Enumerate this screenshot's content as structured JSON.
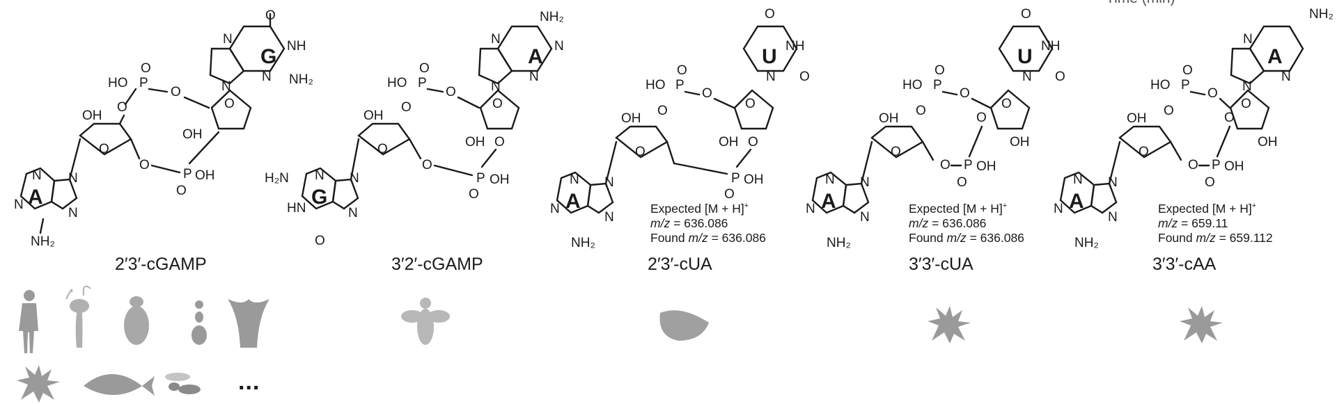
{
  "top_axis_label_cut": "Time (min)",
  "compounds": [
    {
      "name": "2′3′-cGAMP",
      "bases": [
        "G",
        "A"
      ]
    },
    {
      "name": "3′2′-cGAMP",
      "bases": [
        "A",
        "G"
      ]
    },
    {
      "name": "2′3′-cUA",
      "bases": [
        "U",
        "A"
      ],
      "expected_label": "Expected [M + H]",
      "superscript": "+",
      "expected_mz": "636.086",
      "found_mz": "636.086"
    },
    {
      "name": "3′3′-cUA",
      "bases": [
        "U",
        "A"
      ],
      "expected_label": "Expected [M + H]",
      "superscript": "+",
      "expected_mz": "636.086",
      "found_mz": "636.086"
    },
    {
      "name": "3′3′-cAA",
      "bases": [
        "A",
        "A"
      ],
      "expected_label": "Expected [M + H]",
      "superscript": "+",
      "expected_mz": "659.11",
      "found_mz": "659.112"
    }
  ],
  "atom_labels": {
    "hydroxyl": "OH",
    "ho": "HO",
    "oxygen": "O",
    "phosphorus": "P",
    "amine": "NH",
    "amine2": "NH₂",
    "h2n": "H₂N",
    "hn": "HN",
    "nitrogen": "N"
  },
  "mz_prefix": "m/z",
  "found_prefix": "Found",
  "ellipsis": "...",
  "organisms": [
    "human-icon",
    "hydroid-icon",
    "beetle-icon",
    "ant-icon",
    "sea-anemone-icon",
    "coral-icon",
    "fish-icon",
    "wasp-icon",
    "fly-icon",
    "oyster-icon",
    "coral-icon",
    "coral-icon"
  ],
  "colors": {
    "ink": "#1a1a1a",
    "silhouette": "#9a9a9a"
  }
}
